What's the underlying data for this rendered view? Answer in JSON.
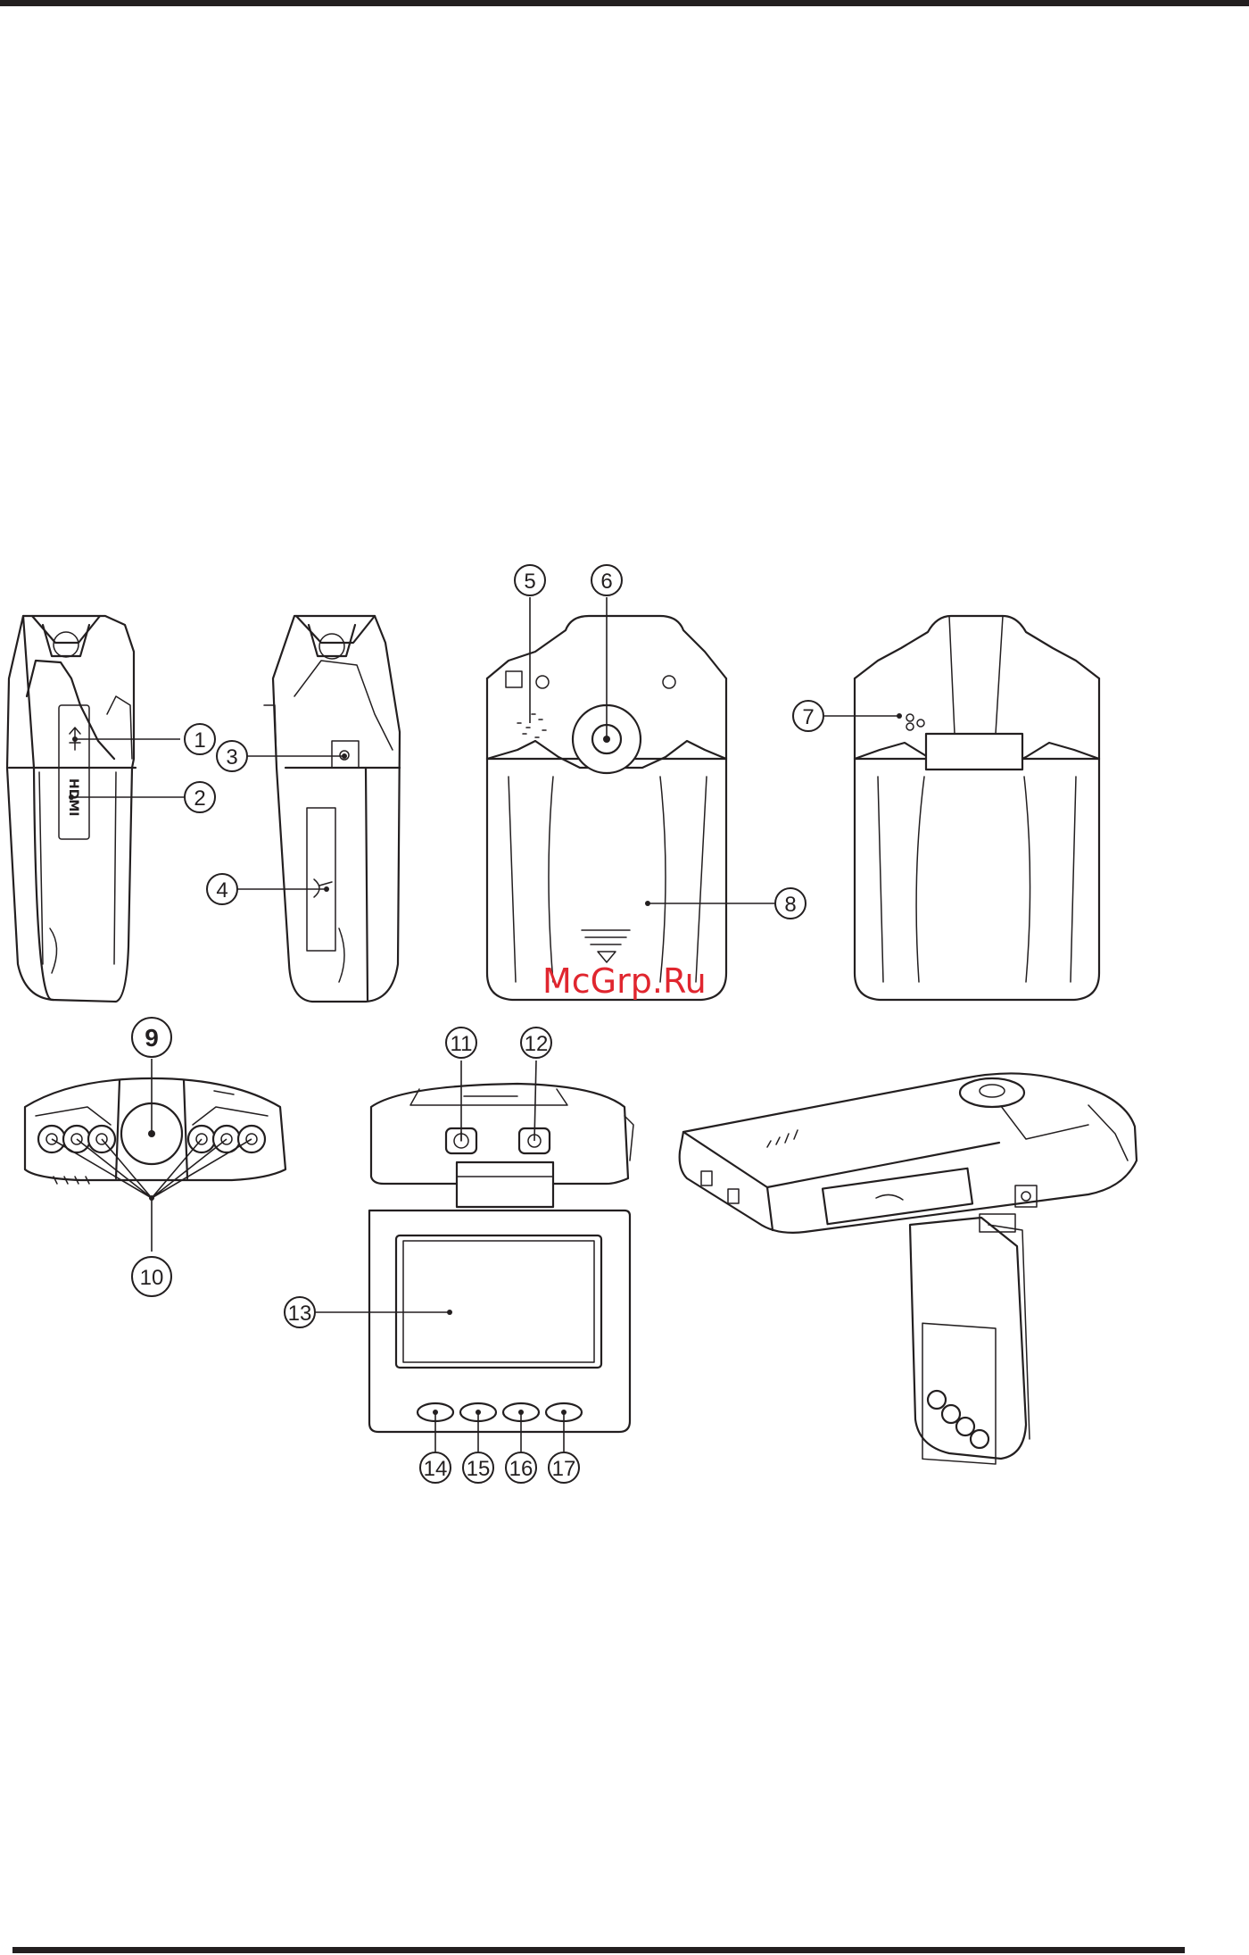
{
  "watermark": "McGrp.Ru",
  "callouts": {
    "c1": "1",
    "c2": "2",
    "c3": "3",
    "c4": "4",
    "c5": "5",
    "c6": "6",
    "c7": "7",
    "c8": "8",
    "c9": "9",
    "c10": "10",
    "c11": "11",
    "c12": "12",
    "c13": "13",
    "c14": "14",
    "c15": "15",
    "c16": "16",
    "c17": "17"
  },
  "labels": {
    "hdmi": "HDMI"
  },
  "colors": {
    "line": "#231f20",
    "watermark": "#e0262f",
    "background": "#ffffff"
  }
}
